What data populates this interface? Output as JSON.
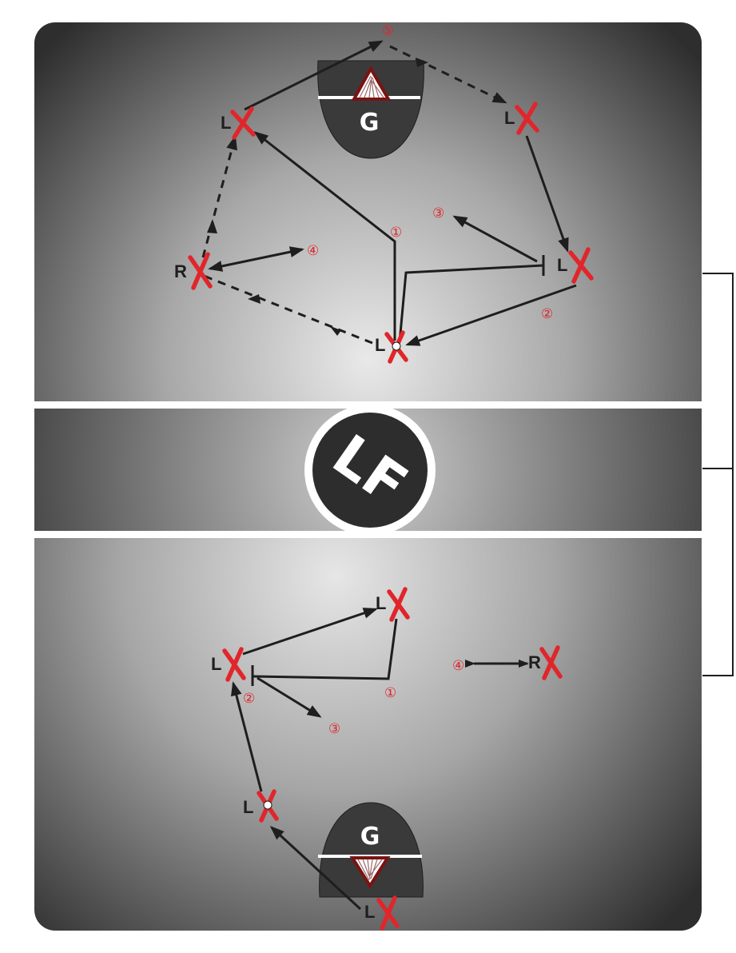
{
  "colors": {
    "accent": "#e0262b",
    "field_light": "#e6e6e6",
    "field_dark": "#2d2d2d",
    "goal_fill": "#3a3a3a",
    "line": "#1e1e1e",
    "white": "#ffffff"
  },
  "logo": {
    "text": "LF"
  },
  "top": {
    "goal_label": "G",
    "players": [
      {
        "id": "tl",
        "label": "L"
      },
      {
        "id": "tr",
        "label": "L"
      },
      {
        "id": "r",
        "label": "L"
      },
      {
        "id": "bc",
        "label": "L",
        "ball": true
      },
      {
        "id": "lr",
        "label": "R"
      }
    ],
    "steps": [
      {
        "id": "s1",
        "text": "①"
      },
      {
        "id": "s2",
        "text": "②"
      },
      {
        "id": "s3",
        "text": "③"
      },
      {
        "id": "s4",
        "text": "④"
      },
      {
        "id": "s5",
        "text": "⑤"
      }
    ]
  },
  "bottom": {
    "goal_label": "G",
    "players": [
      {
        "id": "top",
        "label": "L"
      },
      {
        "id": "left",
        "label": "L"
      },
      {
        "id": "rider",
        "label": "R"
      },
      {
        "id": "ball",
        "label": "L",
        "ball": true
      },
      {
        "id": "gl",
        "label": "L"
      }
    ],
    "steps": [
      {
        "id": "s1",
        "text": "①"
      },
      {
        "id": "s2",
        "text": "②"
      },
      {
        "id": "s3",
        "text": "③"
      },
      {
        "id": "s4",
        "text": "④"
      }
    ]
  }
}
